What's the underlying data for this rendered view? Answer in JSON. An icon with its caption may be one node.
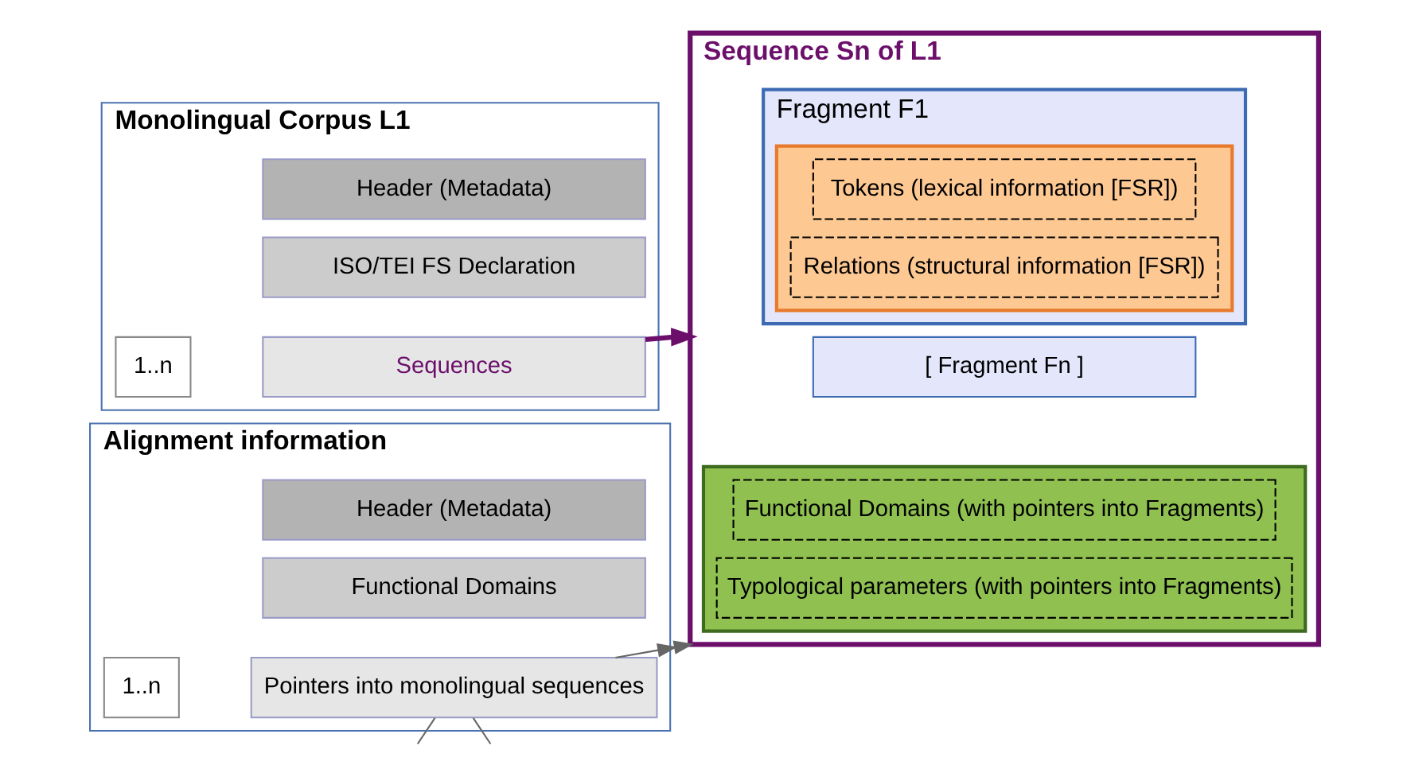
{
  "diagram": {
    "nodes": [
      {
        "text": [
          "Monolingual Corpus L1"
        ]
      },
      {
        "text": [
          "Header (Metadata)"
        ],
        "in": 0
      },
      {
        "text": [
          "ISO/TEI FS Declaration"
        ],
        "in": 0
      },
      {
        "text": [
          "1..n"
        ],
        "in": 0
      },
      {
        "text": [
          "Sequences"
        ],
        "in": 0
      },
      {
        "text": [
          "Alignment information"
        ]
      },
      {
        "text": [
          "Header (Metadata)"
        ],
        "in": 5
      },
      {
        "text": [
          "Functional Domains"
        ],
        "in": 5
      },
      {
        "text": [
          "1..n"
        ],
        "in": 5
      },
      {
        "text": [
          "Pointers into monolingual sequences"
        ],
        "in": 5
      },
      {
        "text": [
          "Sequence Sn of L1"
        ]
      },
      {
        "text": [
          "Fragment F1"
        ],
        "in": 10
      },
      {
        "text": [],
        "shape": "box",
        "in": 11
      },
      {
        "text": [
          "Tokens (lexical information [FSR])"
        ],
        "in": 12
      },
      {
        "text": [
          "Relations (structural information [FSR])"
        ],
        "in": 12
      },
      {
        "text": [
          "[ Fragment Fn ]"
        ],
        "in": 10
      },
      {
        "text": [],
        "shape": "box",
        "in": 10
      },
      {
        "text": [
          "Functional Domains (with pointers into Fragments)"
        ],
        "in": 16
      },
      {
        "text": [
          "Typological parameters (with pointers into Fragments)"
        ],
        "in": 16
      }
    ],
    "edges": [
      {
        "from": 4,
        "to": 10,
        "arrow": "to",
        "style": "thick",
        "color": "#6b0f6b"
      },
      {
        "from": 9,
        "to": 10,
        "arrow": "to"
      },
      {
        "from": null,
        "to": 9,
        "arrow": "none"
      },
      {
        "from": null,
        "to": 9,
        "arrow": "none"
      }
    ]
  }
}
